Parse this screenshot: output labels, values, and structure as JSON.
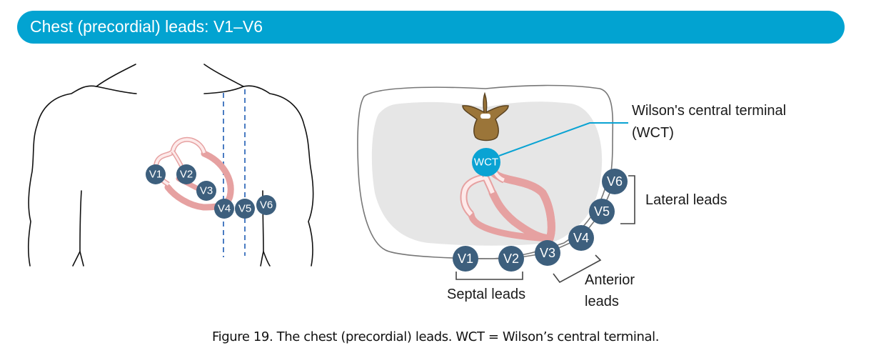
{
  "header": {
    "title": "Chest (precordial) leads: V1–V6"
  },
  "colors": {
    "banner": "#02a3d1",
    "lead_electrode": "#3d5f7d",
    "wct": "#0aa3d3",
    "heart": "#e6a1a1",
    "heart_light": "#fdeaea",
    "vertebra": "#9b7539",
    "thorax_fill": "#e6e6e6",
    "guide_line": "#4a7cc2"
  },
  "front_view": {
    "leads": [
      "V1",
      "V2",
      "V3",
      "V4",
      "V5",
      "V6"
    ]
  },
  "cross_section": {
    "leads": [
      "V1",
      "V2",
      "V3",
      "V4",
      "V5",
      "V6"
    ],
    "wct_label": "WCT",
    "wct_callout_line1": "Wilson's central terminal",
    "wct_callout_line2": "(WCT)",
    "groups": {
      "lateral": "Lateral leads",
      "septal": "Septal leads",
      "anterior_line1": "Anterior",
      "anterior_line2": "leads"
    }
  },
  "caption": "Figure 19. The chest (precordial) leads. WCT = Wilson’s central terminal."
}
